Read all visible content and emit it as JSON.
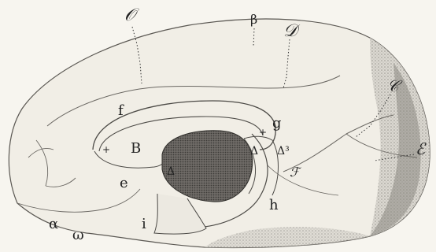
{
  "diagram": {
    "labels": {
      "O": "𝒪",
      "beta": "β",
      "D": "𝒟",
      "C": "𝒞",
      "E": "ℰ",
      "F": "ℱ",
      "f": "f",
      "g": "g",
      "B": "B",
      "e": "e",
      "h": "h",
      "i": "i",
      "alpha": "α",
      "omega": "ω",
      "delta_inner": "Δ",
      "delta_small": "Δ",
      "delta3": "Δ³",
      "star_left": "+",
      "star_right": "+"
    }
  }
}
